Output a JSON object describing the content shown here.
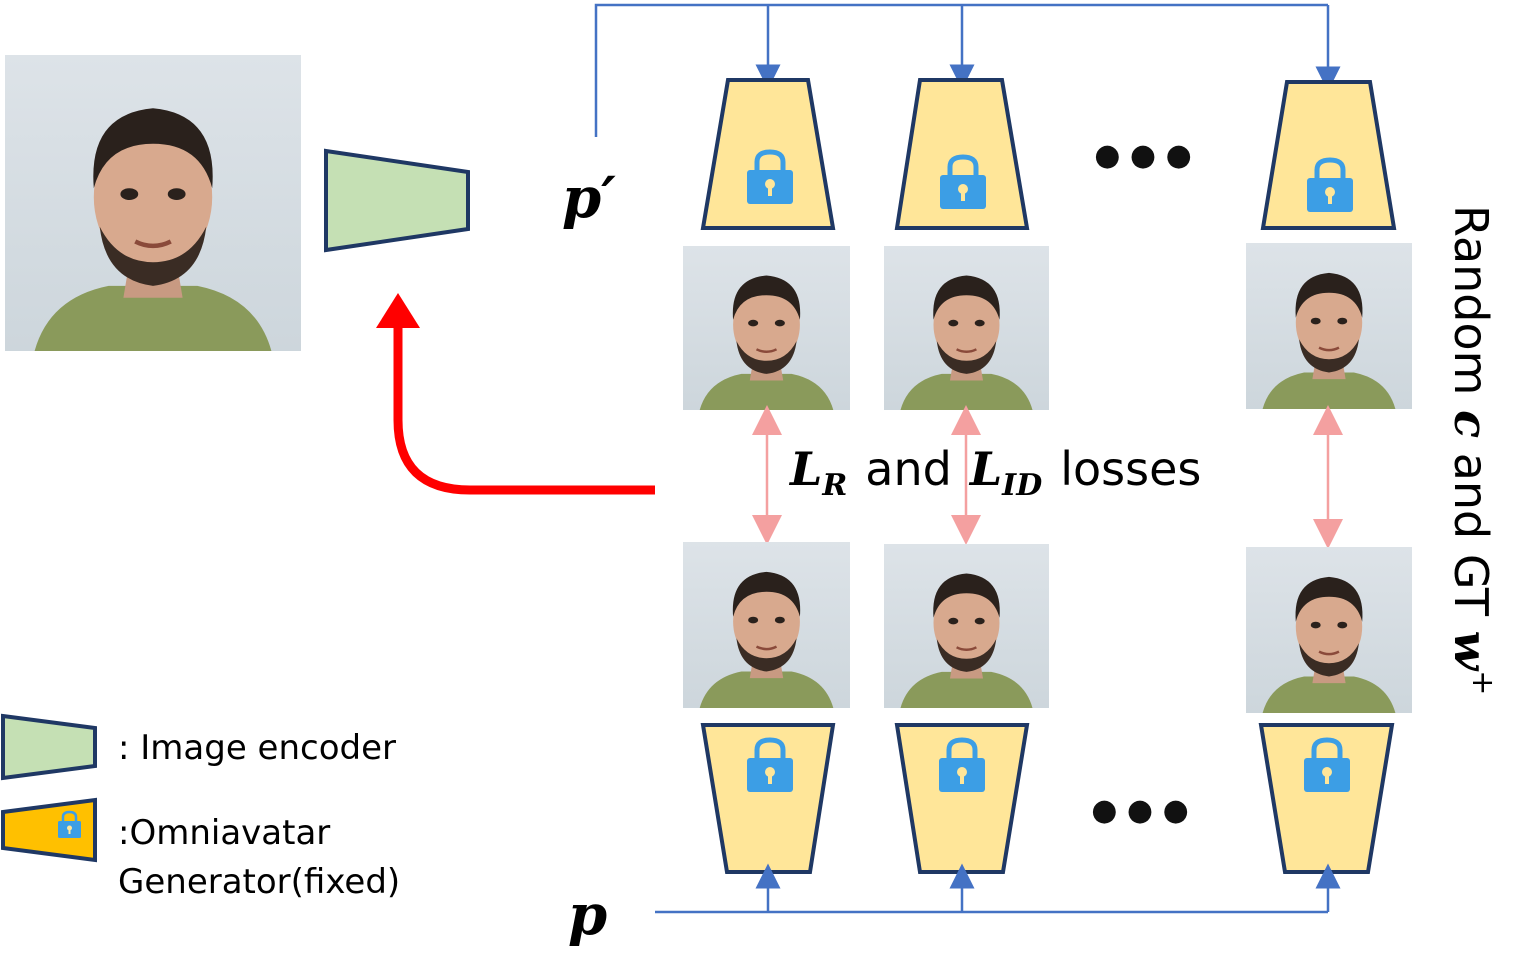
{
  "labels": {
    "p_prime": "p′",
    "p": "p",
    "loss_L1": "L",
    "loss_L1_sub": "R",
    "loss_and": "and",
    "loss_L2": "L",
    "loss_L2_sub": "ID",
    "loss_tail": "losses",
    "side_prefix": "Random",
    "side_c": "c",
    "side_mid": "and GT",
    "side_w": "w",
    "side_sup": "+",
    "ellipsis": "● ● ●"
  },
  "legend": {
    "encoder": ": Image encoder",
    "generator_line1": ":Omniavatar",
    "generator_line2": "Generator(fixed)"
  },
  "colors": {
    "encoder_fill": "#c5e0b4",
    "generator_fill": "#ffe699",
    "generator_legend_fill": "#ffc000",
    "outline": "#1f3864",
    "blue_line": "#4472c4",
    "red_arrow": "#ff0000",
    "pink_arrow": "#f4a0a0",
    "lock": "#3c9ee5"
  },
  "icons": [
    "lock-icon",
    "face-photo",
    "encoder-trapezoid",
    "generator-trapezoid"
  ]
}
